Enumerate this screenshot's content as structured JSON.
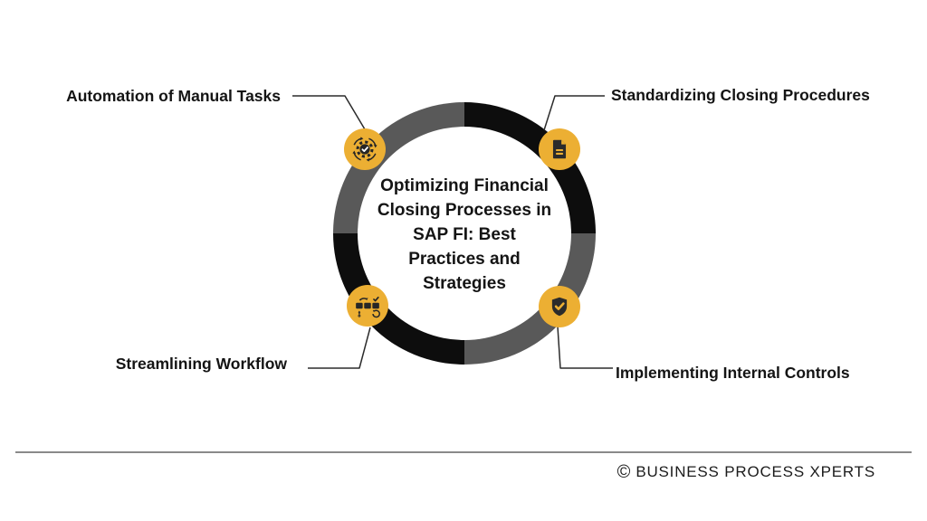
{
  "title": {
    "lines": [
      "Optimizing Financial",
      "Closing Processes in",
      "SAP FI: Best",
      "Practices and",
      "Strategies"
    ]
  },
  "items": [
    {
      "label": "Automation of Manual Tasks",
      "icon": "automation-gear-icon",
      "position": "top-left"
    },
    {
      "label": "Standardizing Closing Procedures",
      "icon": "document-icon",
      "position": "top-right"
    },
    {
      "label": "Streamlining Workflow",
      "icon": "workflow-icon",
      "position": "bottom-left"
    },
    {
      "label": "Implementing Internal Controls",
      "icon": "shield-check-icon",
      "position": "bottom-right"
    }
  ],
  "footer": {
    "copyright": "©",
    "brand": "BUSINESS PROCESS XPERTS"
  },
  "colors": {
    "badge": "#ECAF33",
    "ring_black": "#0D0D0D",
    "ring_gray": "#595959",
    "divider": "#8A8A8A",
    "ink": "#141414"
  }
}
